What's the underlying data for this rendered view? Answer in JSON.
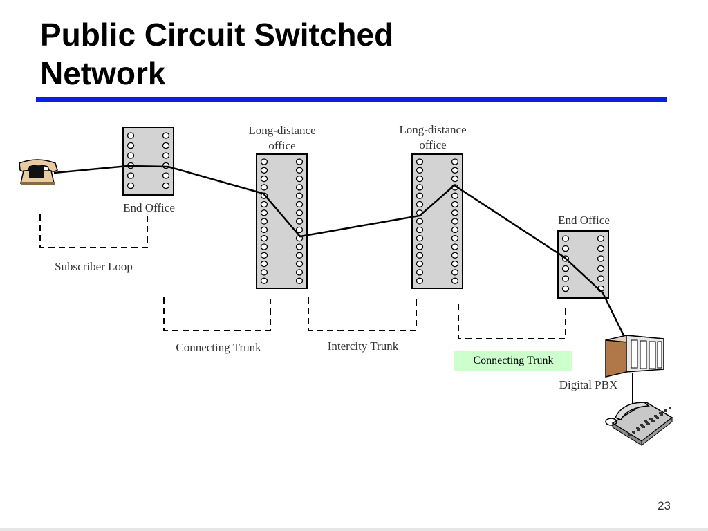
{
  "slide": {
    "title_line1": "Public Circuit Switched",
    "title_line2": "Network",
    "page_number": "23"
  },
  "diagram": {
    "labels": {
      "end_office_left": "End Office",
      "long_distance_1_line1": "Long-distance",
      "long_distance_1_line2": "office",
      "long_distance_2_line1": "Long-distance",
      "long_distance_2_line2": "office",
      "end_office_right": "End Office",
      "subscriber_loop": "Subscriber Loop",
      "connecting_trunk_left": "Connecting Trunk",
      "intercity_trunk": "Intercity Trunk",
      "connecting_trunk_right": "Connecting Trunk",
      "digital_pbx": "Digital PBX"
    },
    "colors": {
      "switch_fill": "#d3d3d3",
      "line": "#000000",
      "highlight": "#ccffcc",
      "title_rule": "#0a1fe0",
      "phone_body": "#e8cba0",
      "pbx_body": "#b07848"
    },
    "icons": [
      "telephone-icon",
      "digital-pbx-icon",
      "desk-phone-icon"
    ]
  }
}
